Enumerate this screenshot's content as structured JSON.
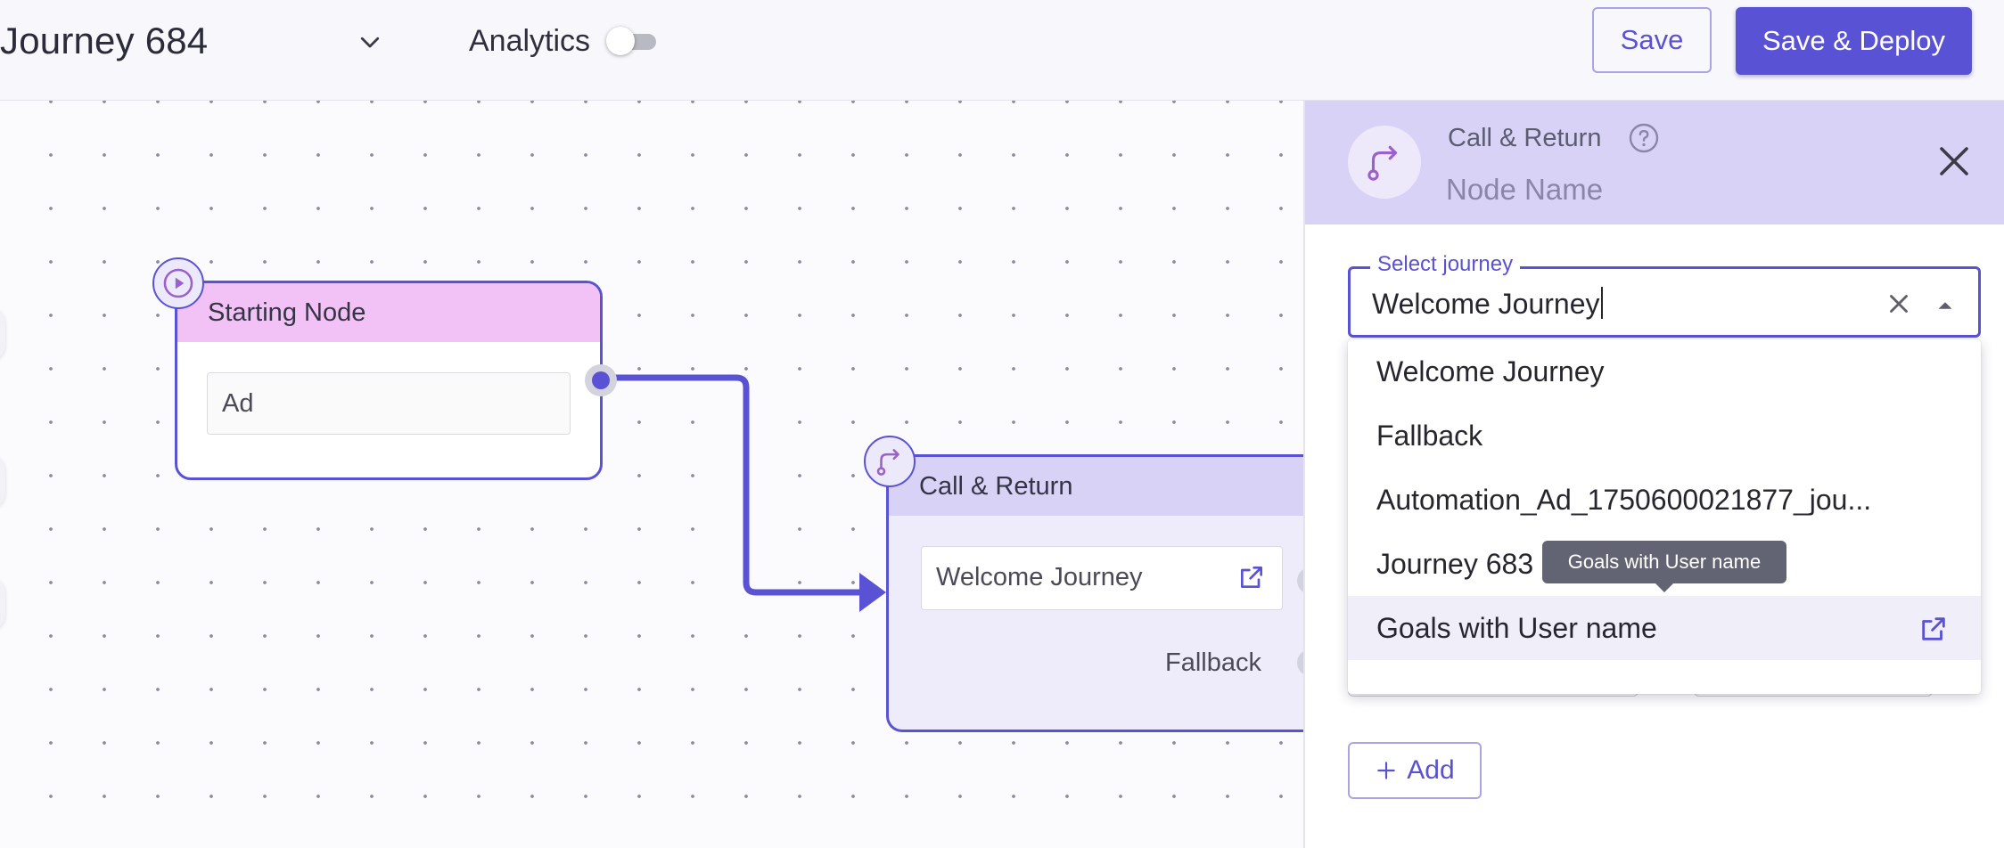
{
  "header": {
    "journey_title": "Journey 684",
    "analytics_label": "Analytics",
    "analytics_enabled": false,
    "save_label": "Save",
    "deploy_label": "Save & Deploy"
  },
  "canvas": {
    "start_node": {
      "title": "Starting Node",
      "field_value": "Ad"
    },
    "call_node": {
      "title": "Call & Return",
      "field_value": "Welcome Journey",
      "fallback_label": "Fallback"
    }
  },
  "panel": {
    "node_type": "Call & Return",
    "node_name_placeholder": "Node Name",
    "select": {
      "label": "Select journey",
      "value": "Welcome Journey"
    },
    "options": [
      "Welcome Journey",
      "Fallback",
      "Automation_Ad_1750600021877_jou...",
      "Journey 683",
      "Goals with User name"
    ],
    "tooltip": "Goals with User name",
    "add_label": "Add"
  },
  "colors": {
    "primary": "#5a52d5",
    "start_header": "#f2c2f6",
    "call_header": "#d8d3f6",
    "panel_header": "#d9d2f7",
    "tooltip_bg": "#636473"
  }
}
